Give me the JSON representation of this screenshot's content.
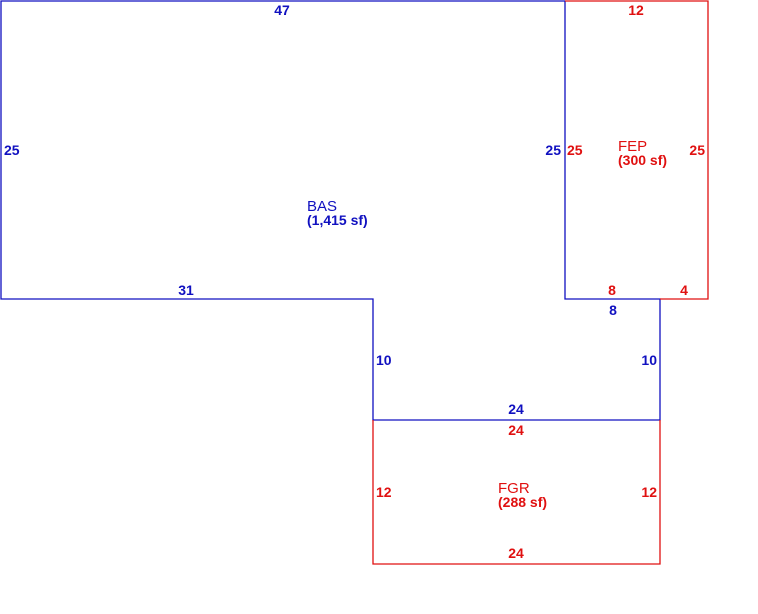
{
  "colors": {
    "main": "#1010c0",
    "attached": "#e01010"
  },
  "areas": {
    "bas": {
      "name": "BAS",
      "size": "(1,415 sf)",
      "dims": {
        "top": "47",
        "left": "25",
        "right": "25",
        "bottom_left": "31",
        "inner_left": "10",
        "inner_right": "10",
        "notch_bottom": "8",
        "bottom_right": "24"
      }
    },
    "fep": {
      "name": "FEP",
      "size": "(300 sf)",
      "dims": {
        "top": "12",
        "left": "25",
        "right": "25",
        "bottom_left": "8",
        "bottom_right": "4"
      }
    },
    "fgr": {
      "name": "FGR",
      "size": "(288 sf)",
      "dims": {
        "top": "24",
        "left": "12",
        "right": "12",
        "bottom": "24"
      }
    }
  }
}
